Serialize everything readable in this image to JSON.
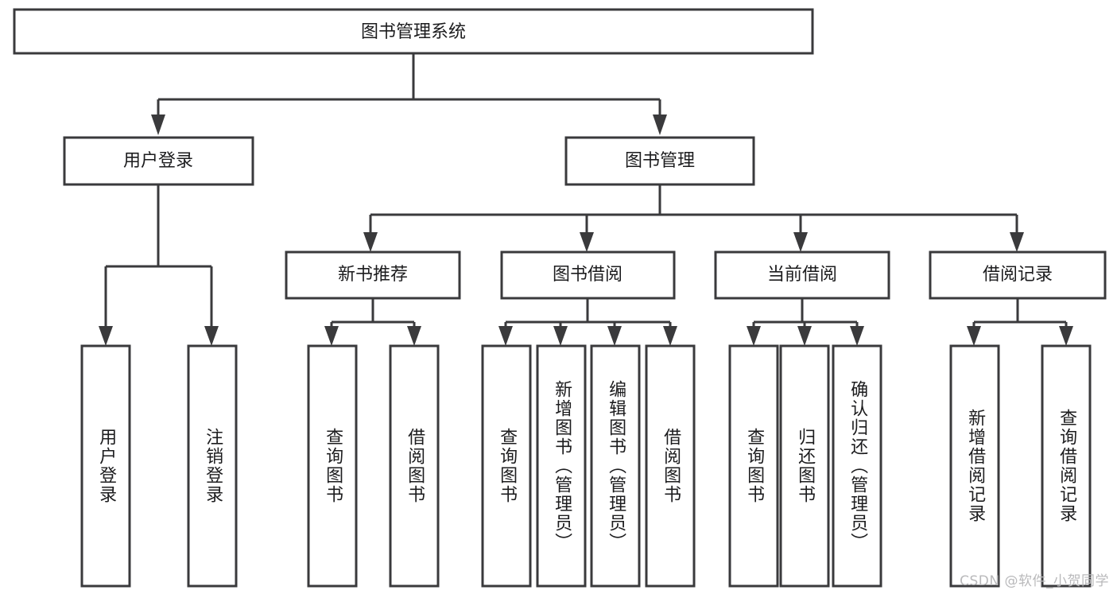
{
  "diagram": {
    "type": "tree-hierarchy",
    "title": "图书管理系统",
    "orientation": "top-down",
    "colors": {
      "background": "#ffffff",
      "box_fill": "#ffffff",
      "box_stroke": "#3a3a3c",
      "connector": "#3a3a3c",
      "text": "#1c1c1e",
      "watermark": "#b9b9bb"
    },
    "root": {
      "label": "图书管理系统"
    },
    "level2": [
      {
        "id": "user-login",
        "label": "用户登录"
      },
      {
        "id": "book-manage",
        "label": "图书管理"
      }
    ],
    "level3": [
      {
        "id": "new-book-recommend",
        "label": "新书推荐",
        "parent": "book-manage"
      },
      {
        "id": "book-borrow",
        "label": "图书借阅",
        "parent": "book-manage"
      },
      {
        "id": "current-borrow",
        "label": "当前借阅",
        "parent": "book-manage"
      },
      {
        "id": "borrow-record",
        "label": "借阅记录",
        "parent": "book-manage"
      }
    ],
    "leaves": [
      {
        "id": "leaf-user-login",
        "label": "用户登录",
        "parent": "user-login"
      },
      {
        "id": "leaf-user-logout",
        "label": "注销登录",
        "parent": "user-login"
      },
      {
        "id": "leaf-query-book-1",
        "label": "查询图书",
        "parent": "new-book-recommend"
      },
      {
        "id": "leaf-borrow-book-1",
        "label": "借阅图书",
        "parent": "new-book-recommend"
      },
      {
        "id": "leaf-query-book-2",
        "label": "查询图书",
        "parent": "book-borrow"
      },
      {
        "id": "leaf-add-book",
        "label": "新增图书（管理员）",
        "parent": "book-borrow"
      },
      {
        "id": "leaf-edit-book",
        "label": "编辑图书（管理员）",
        "parent": "book-borrow"
      },
      {
        "id": "leaf-borrow-book-2",
        "label": "借阅图书",
        "parent": "book-borrow"
      },
      {
        "id": "leaf-query-book-3",
        "label": "查询图书",
        "parent": "current-borrow"
      },
      {
        "id": "leaf-return-book",
        "label": "归还图书",
        "parent": "current-borrow"
      },
      {
        "id": "leaf-confirm-return",
        "label": "确认归还（管理员）",
        "parent": "current-borrow"
      },
      {
        "id": "leaf-add-record",
        "label": "新增借阅记录",
        "parent": "borrow-record"
      },
      {
        "id": "leaf-query-record",
        "label": "查询借阅记录",
        "parent": "borrow-record"
      }
    ],
    "watermark": "CSDN @软件_小贺同学"
  }
}
